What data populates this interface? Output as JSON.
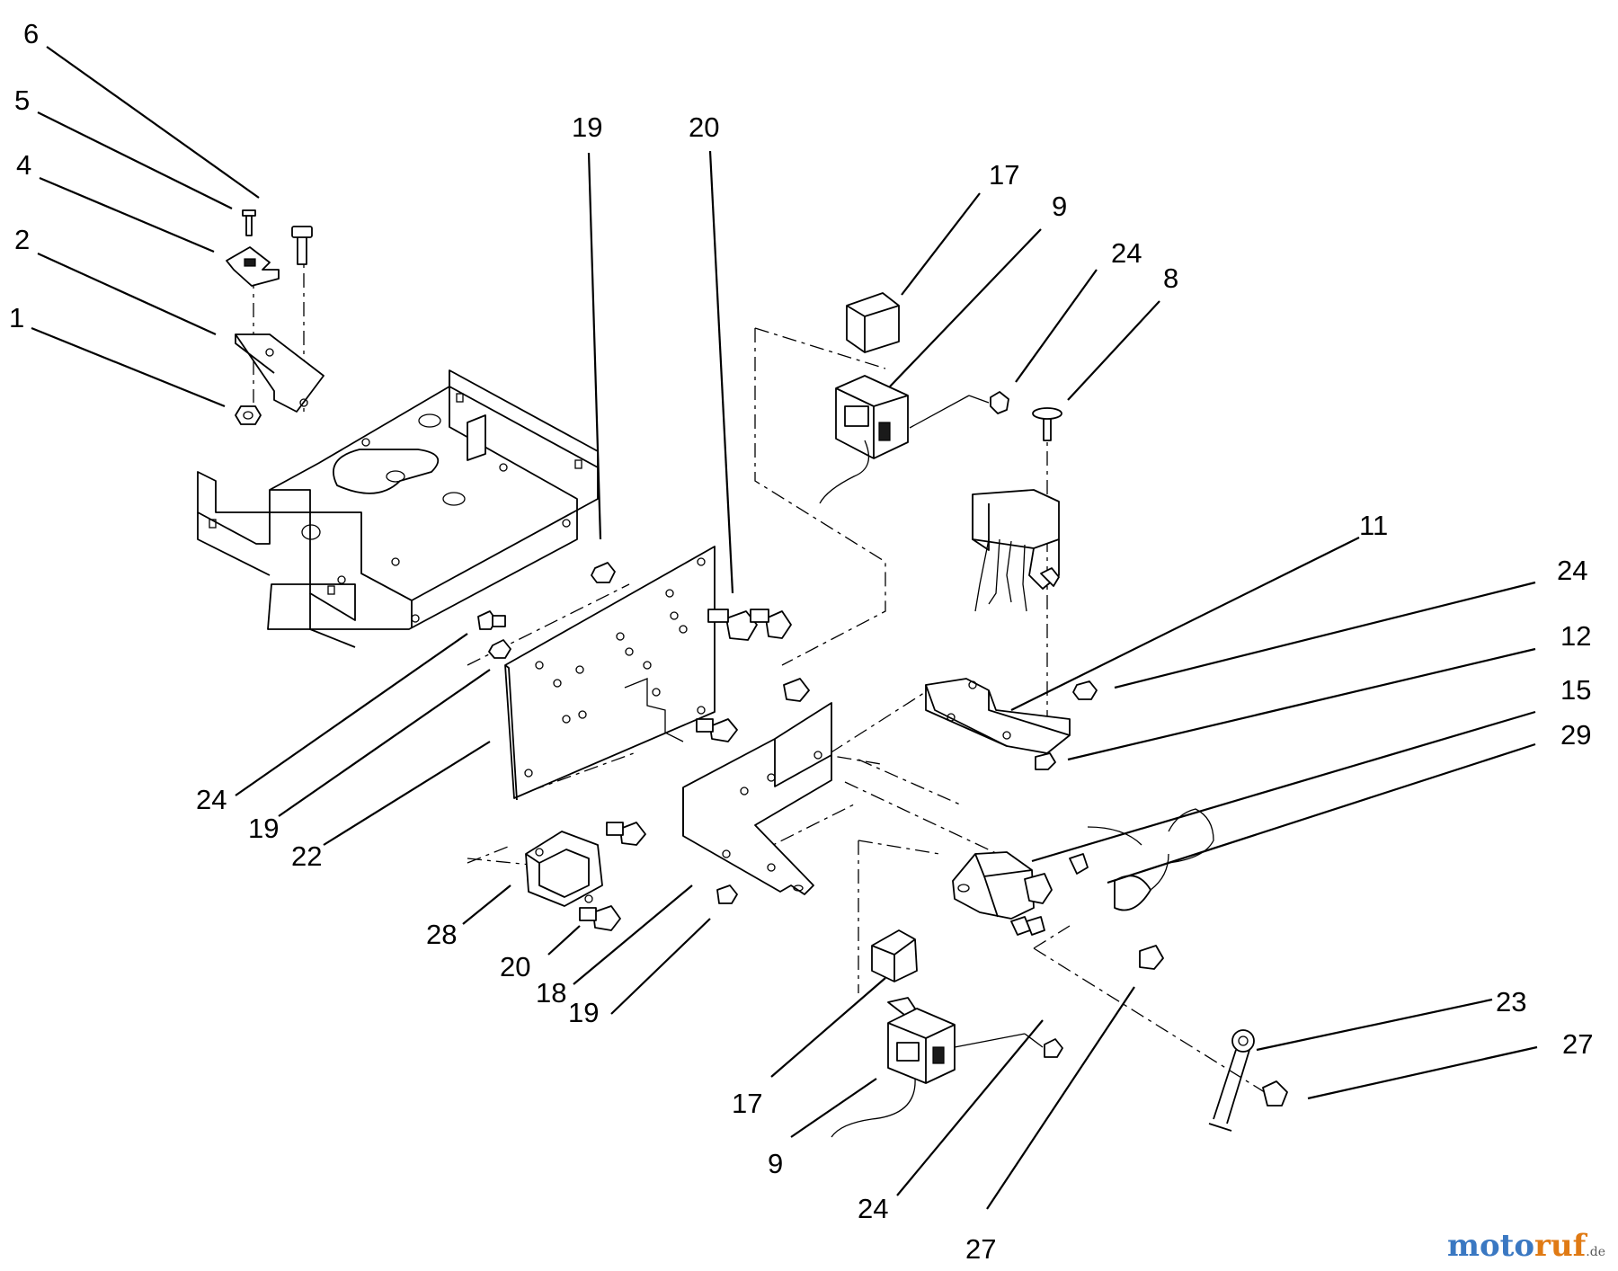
{
  "diagram": {
    "labels": [
      "6",
      "5",
      "4",
      "2",
      "1",
      "19",
      "20",
      "17",
      "9",
      "24",
      "8",
      "11",
      "24",
      "12",
      "15",
      "29",
      "24",
      "19",
      "22",
      "28",
      "20",
      "18",
      "19",
      "17",
      "9",
      "24",
      "27",
      "23",
      "27"
    ]
  },
  "watermark": {
    "part1": "moto",
    "part2": "ruf",
    "suffix": ".de"
  },
  "colors": {
    "brand_blue": "#3a78c2",
    "brand_orange": "#e07a14",
    "ink": "#000000"
  }
}
